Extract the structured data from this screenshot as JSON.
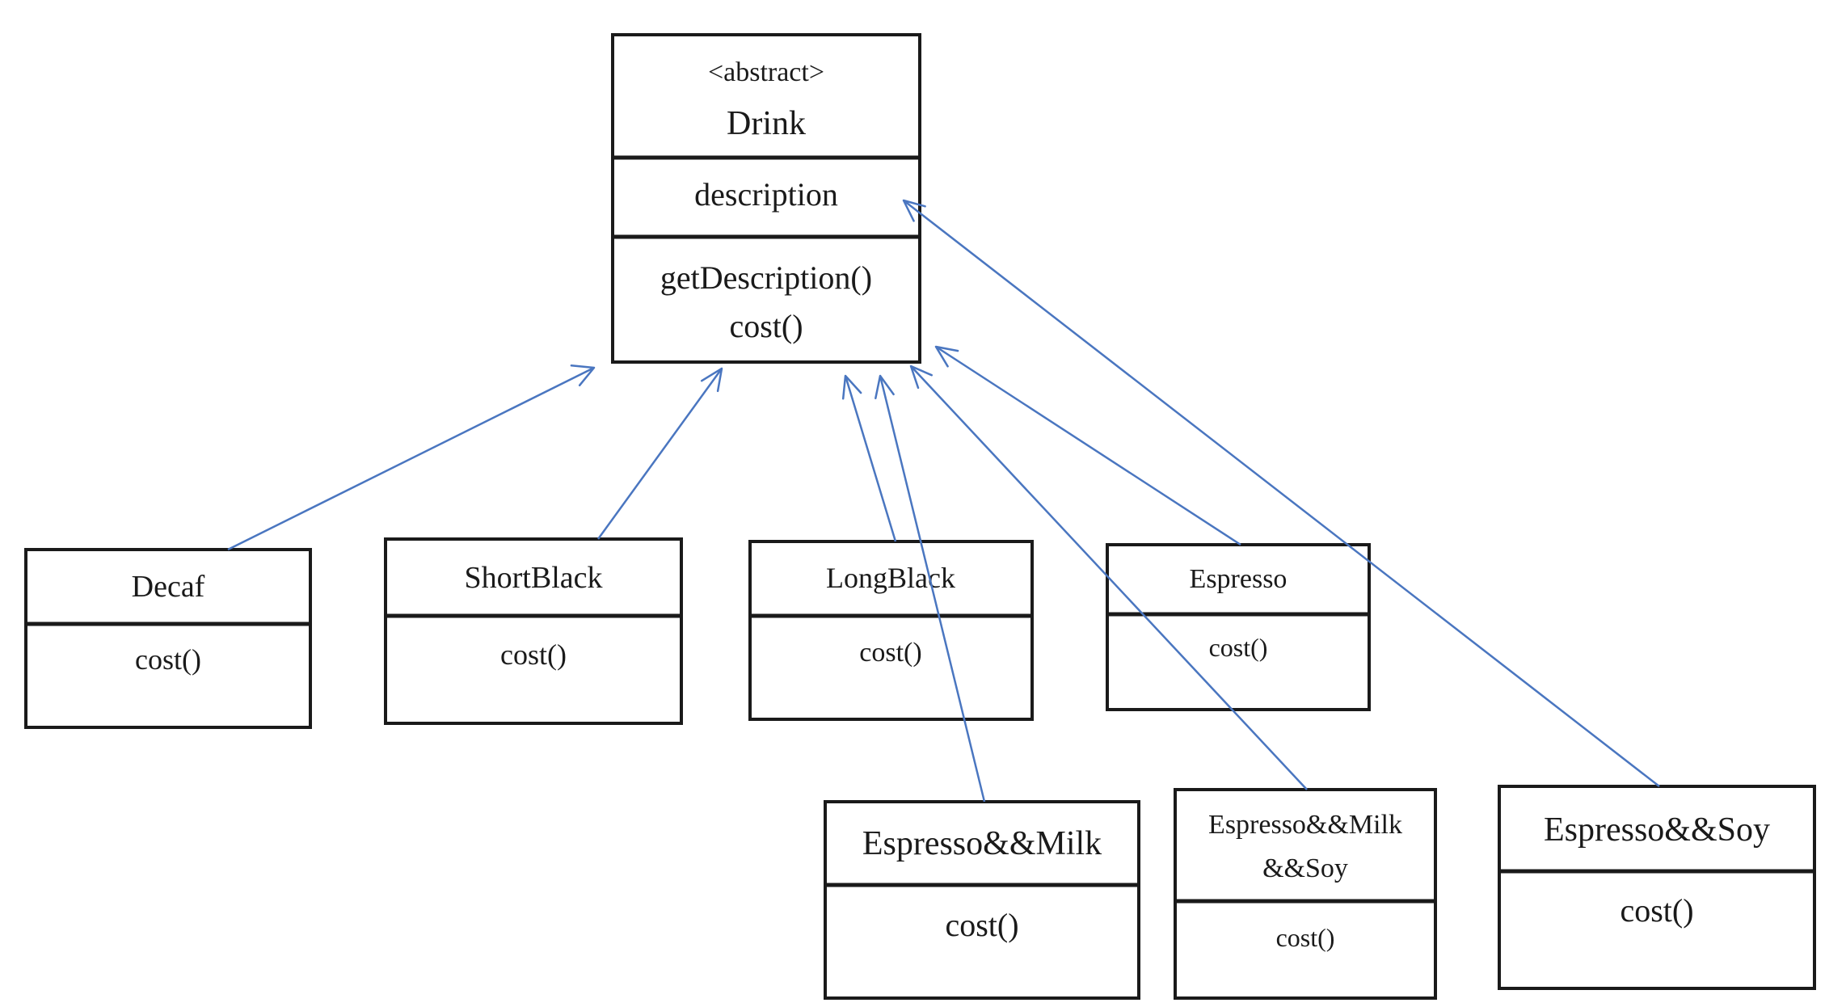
{
  "diagram": {
    "abstract_class": {
      "stereotype": "<abstract>",
      "name": "Drink",
      "attribute": "description",
      "methods": [
        "getDescription()",
        "cost()"
      ]
    },
    "subclasses": [
      {
        "id": "decaf",
        "name": "Decaf",
        "method": "cost()"
      },
      {
        "id": "shortblack",
        "name": "ShortBlack",
        "method": "cost()"
      },
      {
        "id": "longblack",
        "name": "LongBlack",
        "method": "cost()"
      },
      {
        "id": "espresso",
        "name": "Espresso",
        "method": "cost()"
      },
      {
        "id": "espresso-milk",
        "name": "Espresso&&Milk",
        "method": "cost()"
      },
      {
        "id": "espresso-milk-soy",
        "name_lines": [
          "Espresso&&Milk",
          "&&Soy"
        ],
        "method": "cost()"
      },
      {
        "id": "espresso-soy",
        "name": "Espresso&&Soy",
        "method": "cost()"
      }
    ],
    "relations": [
      {
        "from": "decaf",
        "to": "drink",
        "kind": "inheritance"
      },
      {
        "from": "shortblack",
        "to": "drink",
        "kind": "inheritance"
      },
      {
        "from": "longblack",
        "to": "drink",
        "kind": "inheritance"
      },
      {
        "from": "espresso-milk",
        "to": "drink",
        "kind": "inheritance"
      },
      {
        "from": "espresso-milk-soy",
        "to": "drink",
        "kind": "inheritance"
      },
      {
        "from": "espresso",
        "to": "drink",
        "kind": "inheritance"
      },
      {
        "from": "espresso-soy",
        "to": "drink",
        "kind": "inheritance"
      }
    ],
    "colors": {
      "arrow": "#4a76c0",
      "box_border": "#1a1a1a"
    }
  }
}
